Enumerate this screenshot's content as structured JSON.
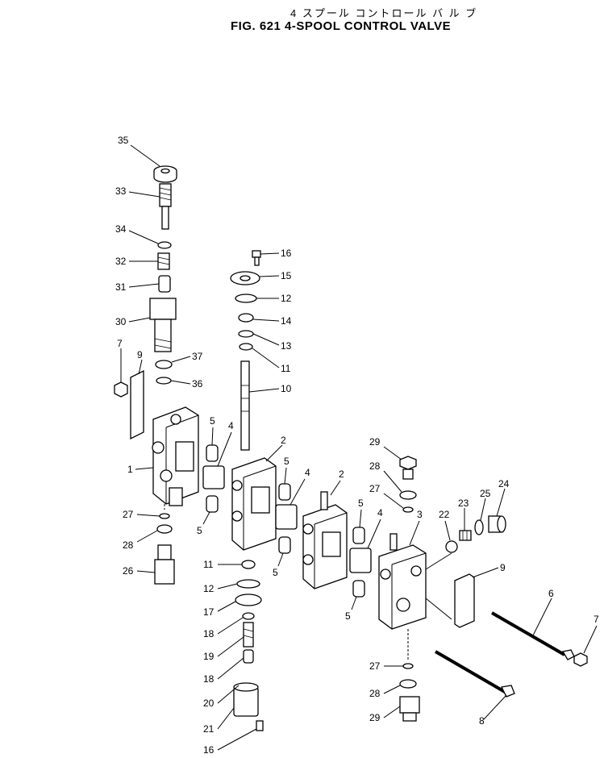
{
  "header": {
    "title_jp": "4 スプール コントロール バ ル ブ",
    "title_en": "FIG. 621  4-SPOOL CONTROL VALVE"
  },
  "callouts": [
    {
      "id": "c35",
      "label": "35"
    },
    {
      "id": "c33",
      "label": "33"
    },
    {
      "id": "c34",
      "label": "34"
    },
    {
      "id": "c32",
      "label": "32"
    },
    {
      "id": "c31",
      "label": "31"
    },
    {
      "id": "c30",
      "label": "30"
    },
    {
      "id": "c7a",
      "label": "7"
    },
    {
      "id": "c9a",
      "label": "9"
    },
    {
      "id": "c37",
      "label": "37"
    },
    {
      "id": "c36",
      "label": "36"
    },
    {
      "id": "c1",
      "label": "1"
    },
    {
      "id": "c5a",
      "label": "5"
    },
    {
      "id": "c4a",
      "label": "4"
    },
    {
      "id": "c5b",
      "label": "5"
    },
    {
      "id": "c27a",
      "label": "27"
    },
    {
      "id": "c28a",
      "label": "28"
    },
    {
      "id": "c26",
      "label": "26"
    },
    {
      "id": "c16a",
      "label": "16"
    },
    {
      "id": "c15",
      "label": "15"
    },
    {
      "id": "c12a",
      "label": "12"
    },
    {
      "id": "c14",
      "label": "14"
    },
    {
      "id": "c13",
      "label": "13"
    },
    {
      "id": "c11a",
      "label": "11"
    },
    {
      "id": "c10",
      "label": "10"
    },
    {
      "id": "c2a",
      "label": "2"
    },
    {
      "id": "c5c",
      "label": "5"
    },
    {
      "id": "c4b",
      "label": "4"
    },
    {
      "id": "c5d",
      "label": "5"
    },
    {
      "id": "c11b",
      "label": "11"
    },
    {
      "id": "c12b",
      "label": "12"
    },
    {
      "id": "c17",
      "label": "17"
    },
    {
      "id": "c18a",
      "label": "18"
    },
    {
      "id": "c19",
      "label": "19"
    },
    {
      "id": "c18b",
      "label": "18"
    },
    {
      "id": "c20",
      "label": "20"
    },
    {
      "id": "c21",
      "label": "21"
    },
    {
      "id": "c16b",
      "label": "16"
    },
    {
      "id": "c2b",
      "label": "2"
    },
    {
      "id": "c5e",
      "label": "5"
    },
    {
      "id": "c4c",
      "label": "4"
    },
    {
      "id": "c5f",
      "label": "5"
    },
    {
      "id": "c29a",
      "label": "29"
    },
    {
      "id": "c28b",
      "label": "28"
    },
    {
      "id": "c27b",
      "label": "27"
    },
    {
      "id": "c3",
      "label": "3"
    },
    {
      "id": "c22",
      "label": "22"
    },
    {
      "id": "c23",
      "label": "23"
    },
    {
      "id": "c25",
      "label": "25"
    },
    {
      "id": "c24",
      "label": "24"
    },
    {
      "id": "c9b",
      "label": "9"
    },
    {
      "id": "c6",
      "label": "6"
    },
    {
      "id": "c7b",
      "label": "7"
    },
    {
      "id": "c27c",
      "label": "27"
    },
    {
      "id": "c28c",
      "label": "28"
    },
    {
      "id": "c29b",
      "label": "29"
    },
    {
      "id": "c8",
      "label": "8"
    }
  ]
}
